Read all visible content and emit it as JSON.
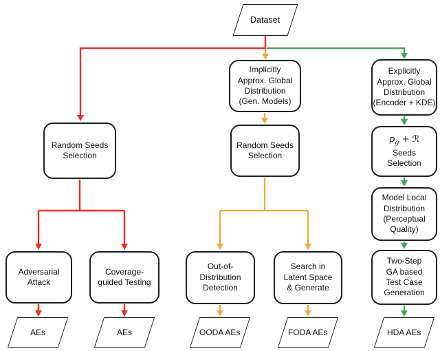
{
  "colors": {
    "red": "#ee2e1f",
    "yellow": "#f2a93c",
    "green": "#42a751",
    "border": "#1f1f1f",
    "text": "#111111",
    "background": "#ffffff"
  },
  "nodes": {
    "dataset": "Dataset",
    "left_branch": {
      "seeds": "Random Seeds\nSelection",
      "adversarial": "Adversarial\nAttack",
      "coverage": "Coverage-\nguided Testing",
      "output_adversarial": "AEs",
      "output_coverage": "AEs"
    },
    "middle_branch": {
      "approx": "Implicitly\nApprox. Global\nDistribution\n(Gen. Models)",
      "seeds": "Random Seeds\nSelection",
      "ood": "Out-of-\nDistribution\nDetection",
      "latent": "Search in\nLatent Space\n& Generate",
      "output_ood": "OODA AEs",
      "output_latent": "FODA AEs"
    },
    "right_branch": {
      "approx": "Explicitly\nApprox. Global\nDistribution\n(Encoder + KDE)",
      "formula_p": "p",
      "formula_sub": "g",
      "formula_plus": " + ",
      "formula_R": "ℛ",
      "seeds_label": "Seeds\nSelection",
      "local": "Model Local\nDistribution\n(Perceptual\nQuality)",
      "ga": "Two-Step\nGA based\nTest Case\nGeneration",
      "output": "HDA AEs"
    }
  }
}
